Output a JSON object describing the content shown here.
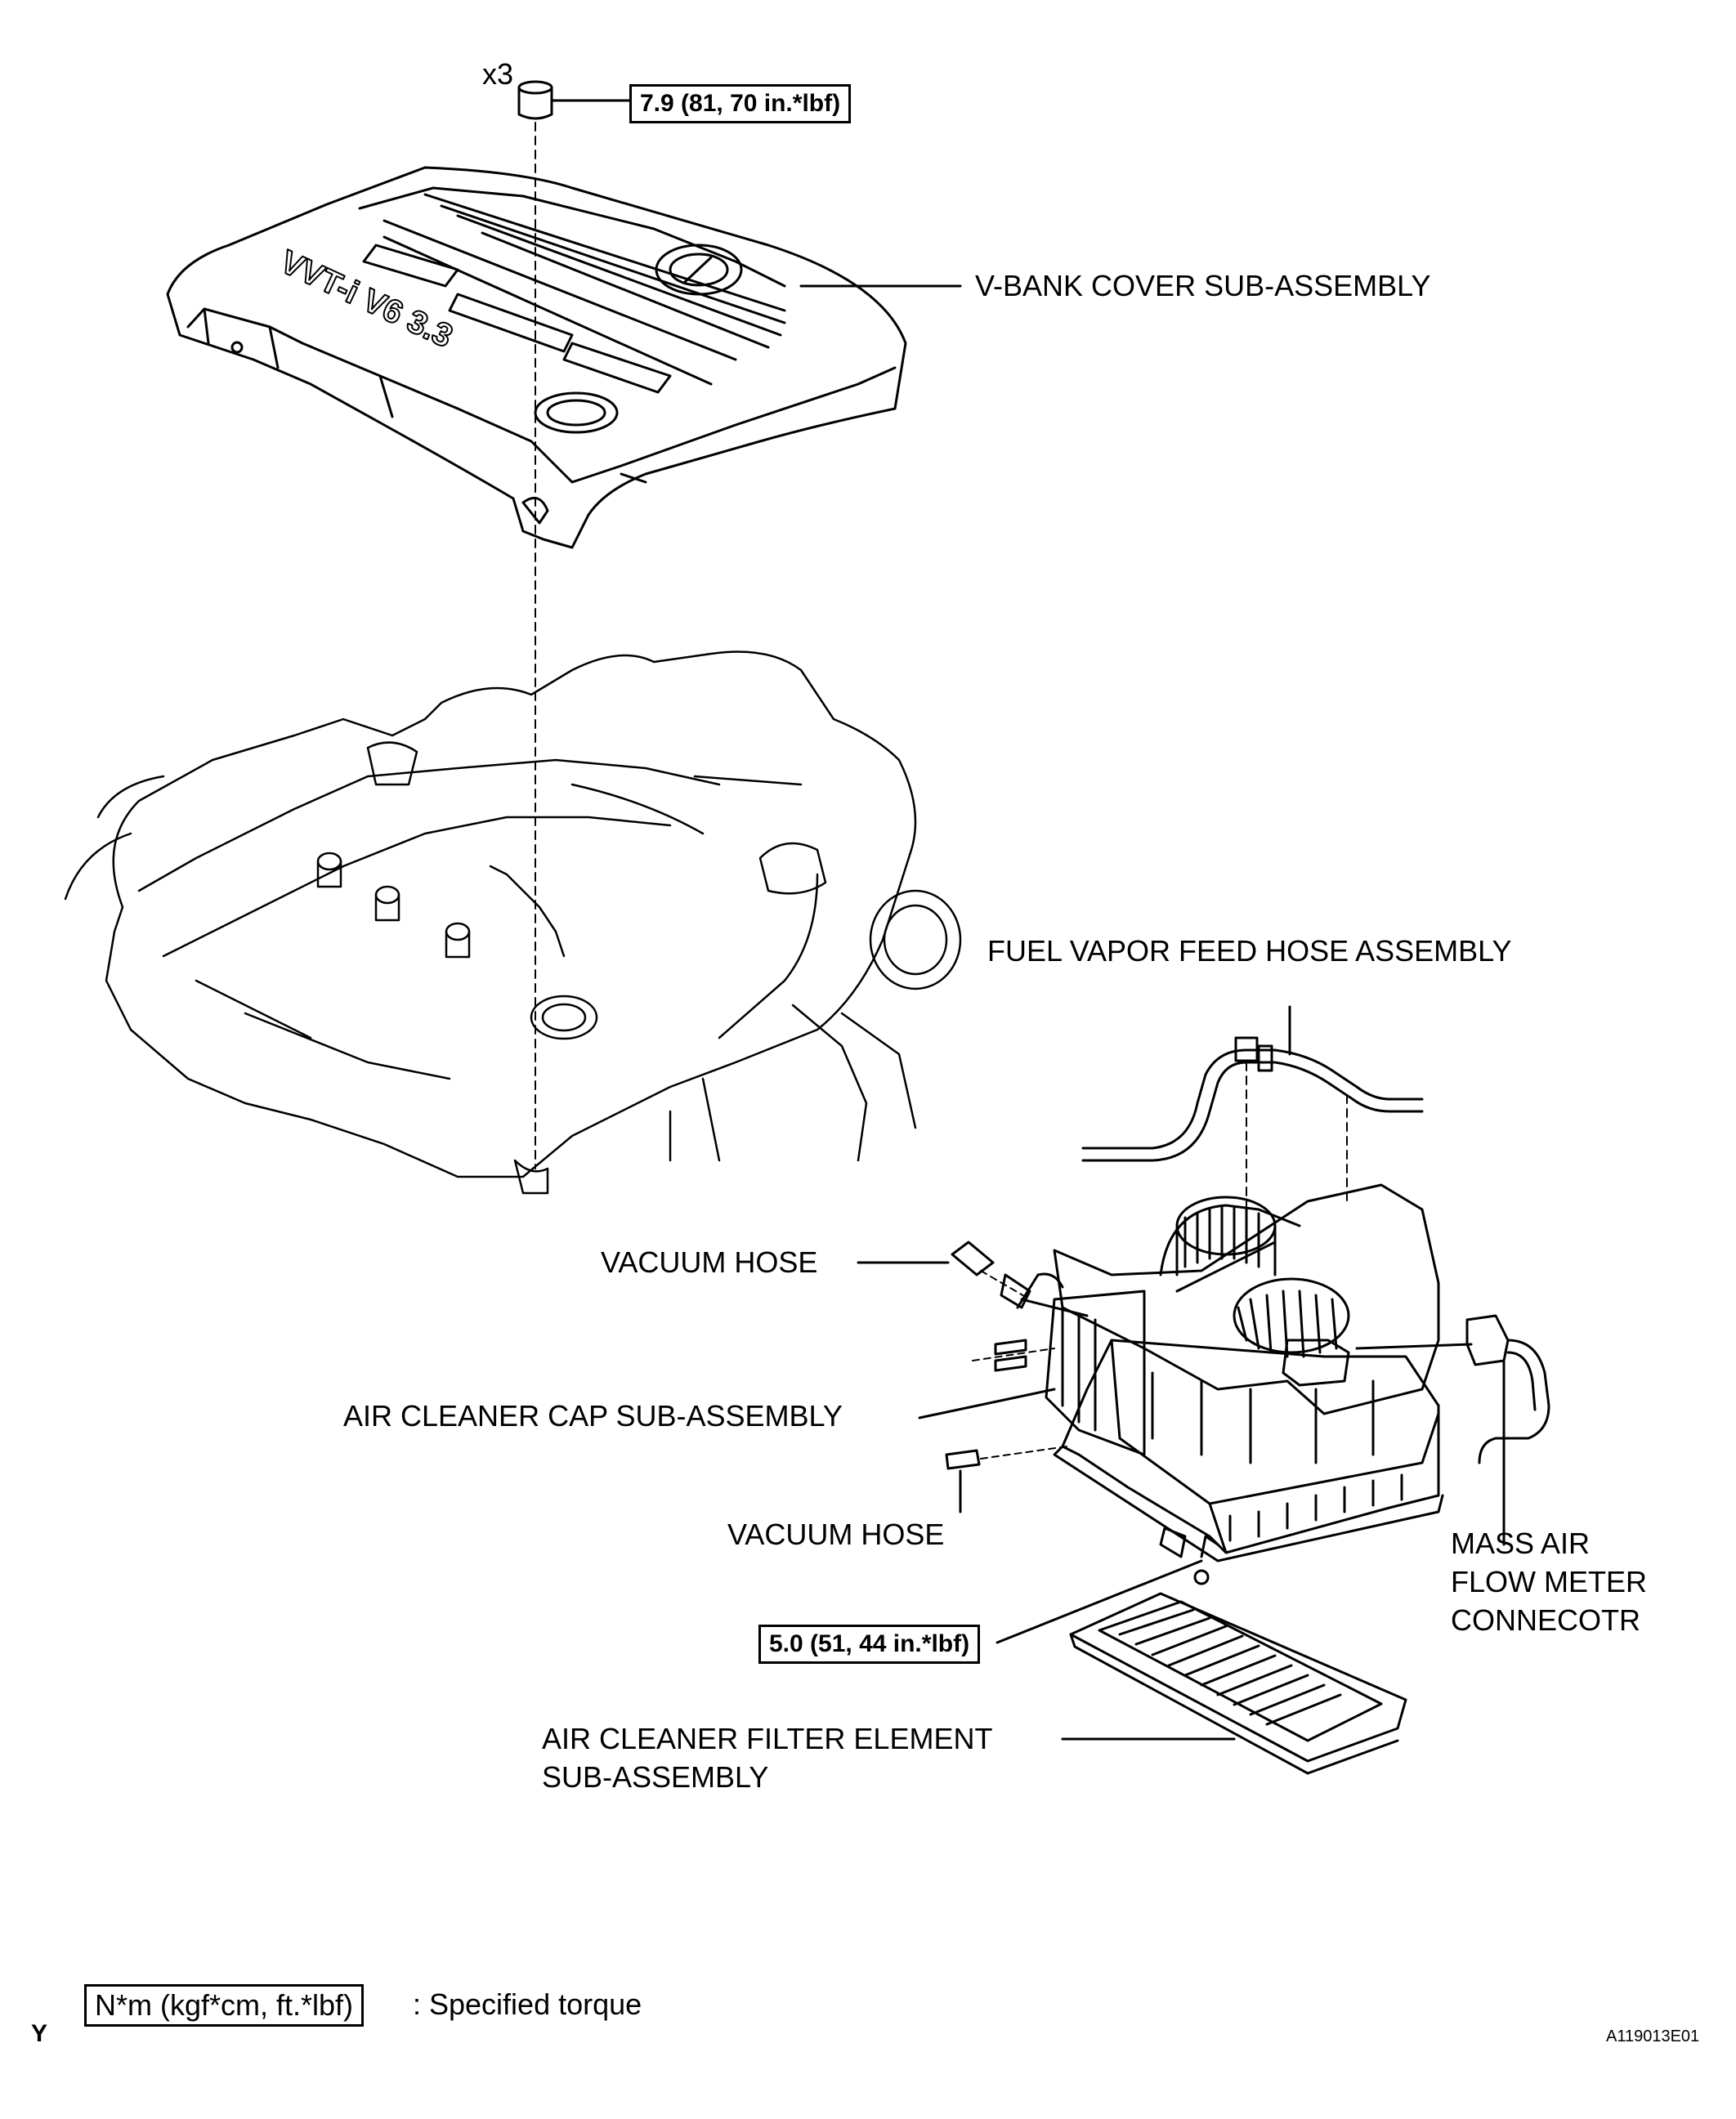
{
  "labels": {
    "count": "x3",
    "torque_top": "7.9 (81, 70 in.*lbf)",
    "vbank_cover": "V-BANK COVER SUB-ASSEMBLY",
    "fuel_vapor": "FUEL VAPOR FEED HOSE ASSEMBLY",
    "vacuum_hose_1": "VACUUM HOSE",
    "air_cleaner_cap": "AIR CLEANER CAP SUB-ASSEMBLY",
    "vacuum_hose_2": "VACUUM HOSE",
    "maf_line1": "MASS AIR",
    "maf_line2": "FLOW METER",
    "maf_line3": "CONNECOTR",
    "torque_bottom": "5.0 (51, 44 in.*lbf)",
    "filter_line1": "AIR CLEANER FILTER ELEMENT",
    "filter_line2": "SUB-ASSEMBLY"
  },
  "cover_emblem_text": "VVT-i V6 3.3",
  "legend": {
    "marker": "Y",
    "box_text": "N*m (kgf*cm, ft.*lbf)",
    "description": ": Specified torque"
  },
  "figure_id": "A119013E01"
}
